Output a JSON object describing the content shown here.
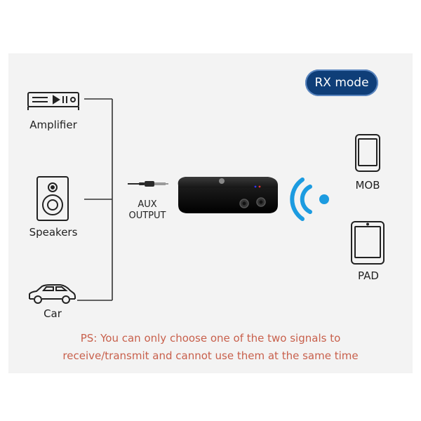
{
  "badge": {
    "mode": "RX mode",
    "color": "#0f3e78"
  },
  "devices_left": {
    "amplifier": "Amplifier",
    "speakers": "Speakers",
    "car": "Car"
  },
  "aux": {
    "line1": "AUX",
    "line2": "OUTPUT"
  },
  "devices_right": {
    "mob": "MOB",
    "pad": "PAD"
  },
  "note": {
    "line1": "PS: You can only choose one of the two signals to",
    "line2": "receive/transmit and cannot use them at the same time",
    "color": "#c8604c"
  },
  "icons": [
    "amplifier-icon",
    "speaker-icon",
    "car-icon",
    "aux-plug-icon",
    "receiver-device",
    "wireless-signal-icon",
    "phone-icon",
    "tablet-icon"
  ],
  "colors": {
    "wifi": "#1c9be0",
    "panel": "#f3f3f3"
  }
}
